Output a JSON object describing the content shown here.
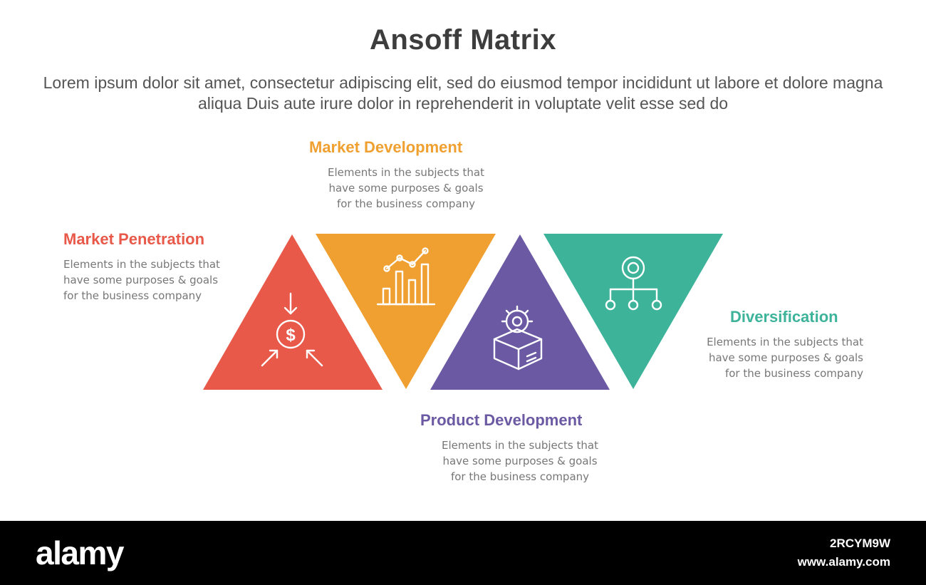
{
  "title": "Ansoff Matrix",
  "subtitle": "Lorem ipsum dolor sit amet, consectetur adipiscing elit, sed do eiusmod tempor incididunt ut labore et dolore magna aliqua Duis aute irure dolor in reprehenderit in voluptate velit esse sed do",
  "items": [
    {
      "label": "Market Penetration",
      "description": "Elements in the subjects that\nhave  some purposes & goals\nfor the  business company",
      "color": "#e8594a",
      "icon": "dollar-target-icon",
      "orientation": "up"
    },
    {
      "label": "Market Development",
      "description": "Elements in the subjects that\nhave  some purposes & goals\nfor the  business company",
      "color": "#f0a030",
      "icon": "growth-chart-icon",
      "orientation": "down"
    },
    {
      "label": "Product Development",
      "description": "Elements in the subjects that\nhave  some purposes & goals\nfor the  business company",
      "color": "#6b5aa3",
      "icon": "box-gear-icon",
      "orientation": "up"
    },
    {
      "label": "Diversification",
      "description": "Elements in the subjects that\nhave  some purposes & goals\nfor the  business company",
      "color": "#3db39a",
      "icon": "hierarchy-icon",
      "orientation": "down"
    }
  ],
  "footer": {
    "brand": "alamy",
    "image_id": "2RCYM9W",
    "site": "www.alamy.com"
  }
}
